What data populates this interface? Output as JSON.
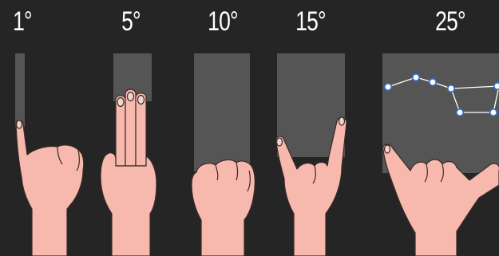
{
  "panels": [
    {
      "label": "1°",
      "gesture": "little-finger"
    },
    {
      "label": "5°",
      "gesture": "three-fingers"
    },
    {
      "label": "10°",
      "gesture": "fist"
    },
    {
      "label": "15°",
      "gesture": "index-and-little-finger"
    },
    {
      "label": "25°",
      "gesture": "thumb-and-little-finger"
    }
  ],
  "colors": {
    "background": "#252525",
    "sky_band": "#555555",
    "skin": "#f7b9ad",
    "skin_line": "#3a2a2a",
    "nail": "#f1d3cf",
    "star_line": "#ffffff",
    "star_edge": "#2f6fd6",
    "text": "#ffffff"
  }
}
